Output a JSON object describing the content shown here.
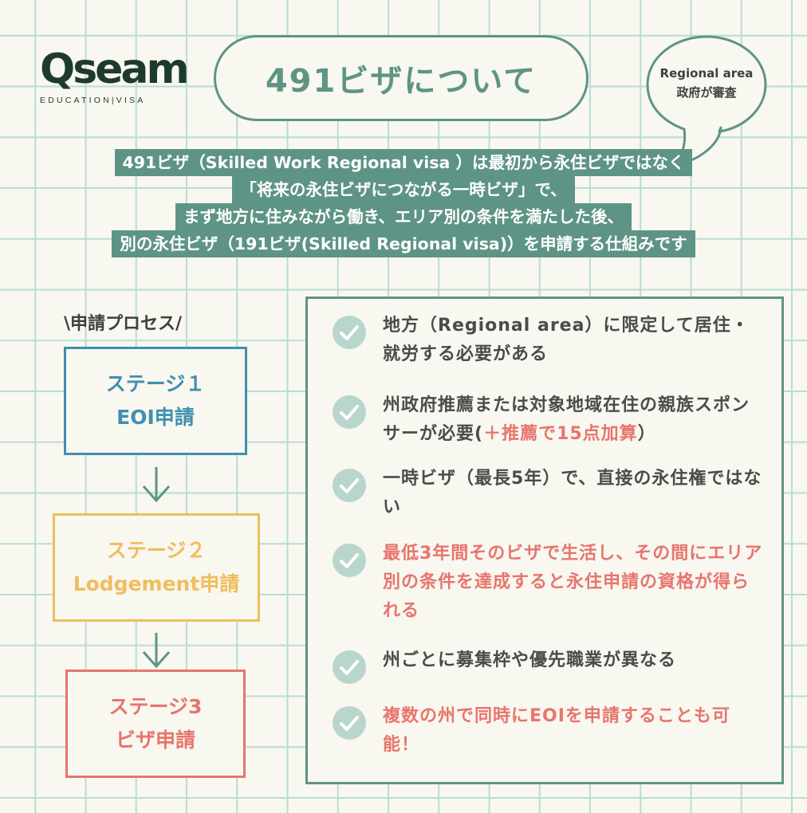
{
  "logo": {
    "word": "Qseam",
    "sub": "EDUCATION|VISA"
  },
  "title": "491ビザについて",
  "bubble": {
    "line1": "Regional area",
    "line2": "政府が審査"
  },
  "intro": [
    "491ビザ（Skilled Work Regional visa ）は最初から永住ビザではなく",
    "「将来の永住ビザにつながる一時ビザ」で、",
    "まず地方に住みながら働き、エリア別の条件を満たした後、",
    "別の永住ビザ（191ビザ(Skilled Regional visa)）を申請する仕組みです"
  ],
  "process": {
    "heading": "\\申請プロセス/",
    "stages": [
      {
        "line1": "ステージ１",
        "line2": "EOI申請"
      },
      {
        "line1": "ステージ２",
        "line2": "Lodgement申請"
      },
      {
        "line1": "ステージ3",
        "line2": "ビザ申請"
      }
    ]
  },
  "points": {
    "p1": "地方（Regional area）に限定して居住・就労する必要がある",
    "p2a": "州政府推薦または対象地域在住の親族スポンサーが必要(",
    "p2b": "＋推薦で15点加算",
    "p2c": "）",
    "p3": "一時ビザ（最長5年）で、直接の永住権ではない",
    "p4": "最低3年間そのビザで生活し、その間にエリア別の条件を達成すると永住申請の資格が得られる",
    "p5": "州ごとに募集枠や優先職業が異なる",
    "p6": "複数の州で同時にEOIを申請することも可能！"
  },
  "colors": {
    "accent": "#5e9485",
    "stage1": "#3f8fb0",
    "stage2": "#f0bd5c",
    "stage3": "#e7756c",
    "check": "#b9d6cd"
  },
  "icons": {
    "check": "check-circle-icon",
    "arrow": "arrow-down-icon"
  }
}
